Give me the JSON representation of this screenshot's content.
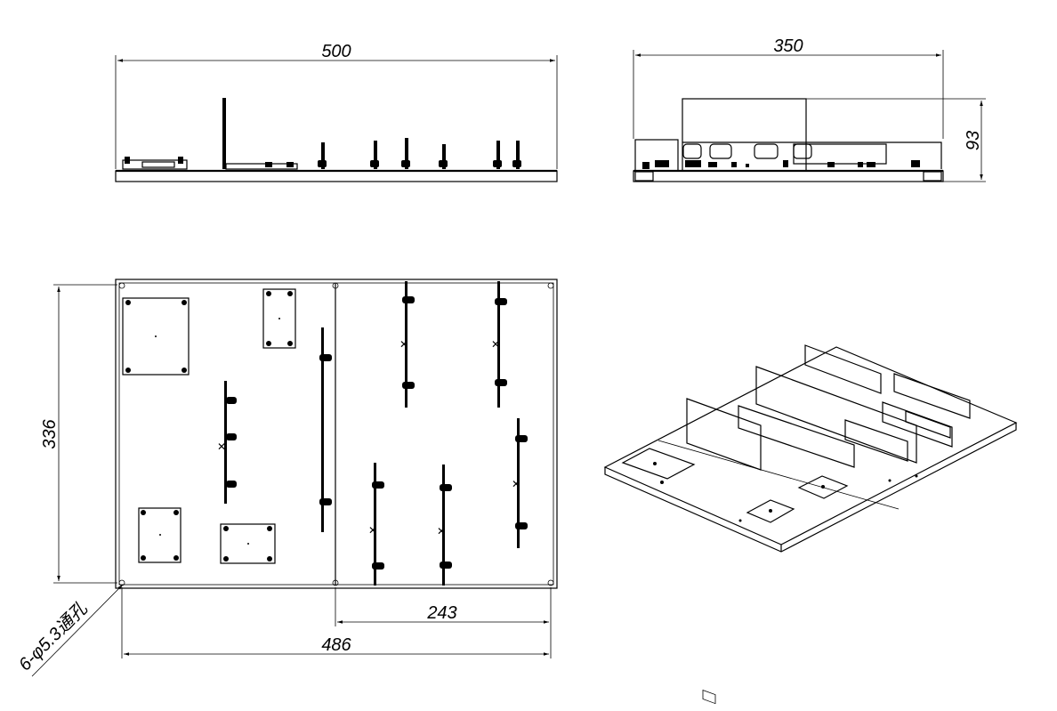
{
  "dimensions": {
    "front_width": "500",
    "side_width": "350",
    "side_height": "93",
    "top_height": "336",
    "top_half_width": "243",
    "top_width": "486",
    "hole_note": "6-φ5.3通孔"
  }
}
